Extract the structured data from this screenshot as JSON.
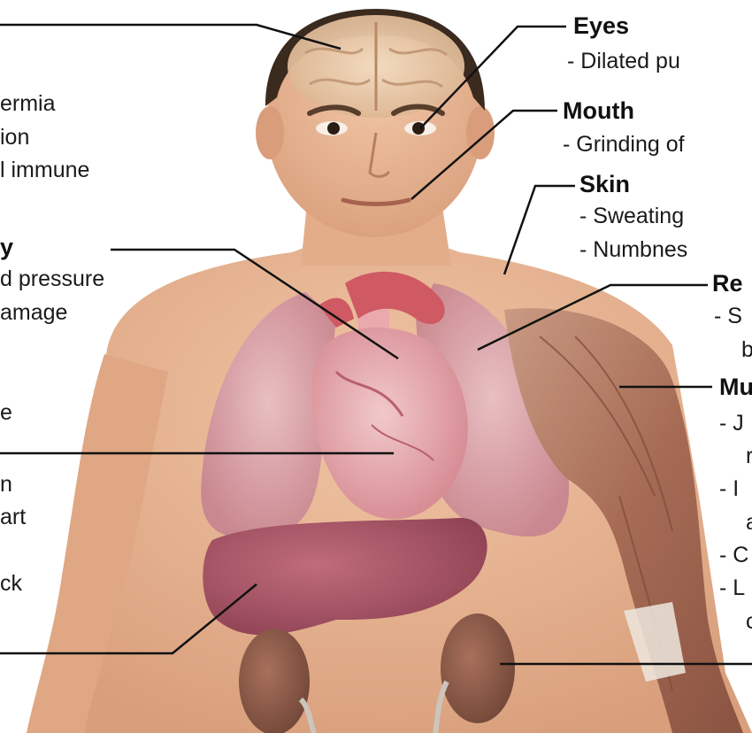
{
  "colors": {
    "background": "#ffffff",
    "skin": "#e9b795",
    "skin_shadow": "#d59a77",
    "hair": "#3b2a1e",
    "brain": "#e9c8a6",
    "lung": "#d9a3a9",
    "heart": "#de8f96",
    "vessel": "#cf5a64",
    "liver": "#a25262",
    "kidney": "#8a5a4a",
    "muscle": "#b77f66",
    "leader_line": "#111111",
    "text": "#141414"
  },
  "labels": {
    "title_fragment": "",
    "left": {
      "hypothermia": "ermia",
      "dehydration": "ion",
      "immune": "l immune",
      "circulatory_heading": "y",
      "blood_pressure": "d pressure",
      "damage": "amage",
      "line_e": "e",
      "line_n": "n",
      "line_art": "art",
      "line_ck": "ck"
    },
    "right": {
      "eyes_heading": "Eyes",
      "eyes_item": "- Dilated pu",
      "mouth_heading": "Mouth",
      "mouth_item": "- Grinding of",
      "skin_heading": "Skin",
      "skin_item_1": "- Sweating",
      "skin_item_2": "- Numbnes",
      "resp_heading": "Re",
      "resp_item_1": "- S",
      "resp_item_2": "b",
      "muscle_heading": "Mu",
      "muscle_item_1": "- J",
      "muscle_item_1b": "r",
      "muscle_item_2": "- I",
      "muscle_item_2b": "a",
      "muscle_item_3": "- C",
      "muscle_item_4": "- L",
      "muscle_item_4b": "c"
    }
  }
}
